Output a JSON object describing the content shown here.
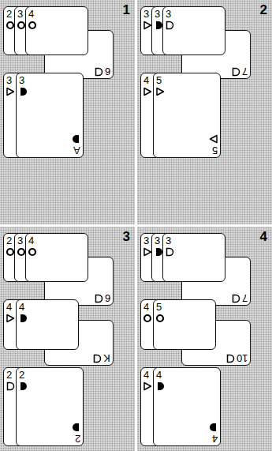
{
  "diagram": {
    "nodes": [
      {
        "text": [
          "1"
        ]
      },
      {
        "text": [
          "2"
        ],
        "in": 0
      },
      {
        "text": [
          "3"
        ],
        "in": 0
      },
      {
        "text": [
          "4"
        ],
        "in": 0
      },
      {
        "text": [
          "6"
        ],
        "in": 0
      },
      {
        "text": [
          "3"
        ],
        "in": 0
      },
      {
        "text": [
          "3",
          "A"
        ],
        "in": 0
      },
      {
        "text": [
          "2"
        ]
      },
      {
        "text": [
          "3"
        ],
        "in": 7
      },
      {
        "text": [
          "3"
        ],
        "in": 7
      },
      {
        "text": [
          "3"
        ],
        "in": 7
      },
      {
        "text": [
          "7"
        ],
        "in": 7
      },
      {
        "text": [
          "4"
        ],
        "in": 7
      },
      {
        "text": [
          "5",
          "5"
        ],
        "in": 7
      },
      {
        "text": [
          "3"
        ]
      },
      {
        "text": [
          "2"
        ],
        "in": 14
      },
      {
        "text": [
          "3"
        ],
        "in": 14
      },
      {
        "text": [
          "4"
        ],
        "in": 14
      },
      {
        "text": [
          "6"
        ],
        "in": 14
      },
      {
        "text": [
          "4"
        ],
        "in": 14
      },
      {
        "text": [
          "4"
        ],
        "in": 14
      },
      {
        "text": [
          "K"
        ],
        "in": 14
      },
      {
        "text": [
          "2"
        ],
        "in": 14
      },
      {
        "text": [
          "2",
          "2"
        ],
        "in": 14
      },
      {
        "text": [
          "4"
        ]
      },
      {
        "text": [
          "3"
        ],
        "in": 24
      },
      {
        "text": [
          "3"
        ],
        "in": 24
      },
      {
        "text": [
          "3"
        ],
        "in": 24
      },
      {
        "text": [
          "7"
        ],
        "in": 24
      },
      {
        "text": [
          "4"
        ],
        "in": 24
      },
      {
        "text": [
          "5"
        ],
        "in": 24
      },
      {
        "text": [
          "10"
        ],
        "in": 24
      },
      {
        "text": [
          "4"
        ],
        "in": 24
      },
      {
        "text": [
          "4",
          "4"
        ],
        "in": 24
      }
    ]
  }
}
